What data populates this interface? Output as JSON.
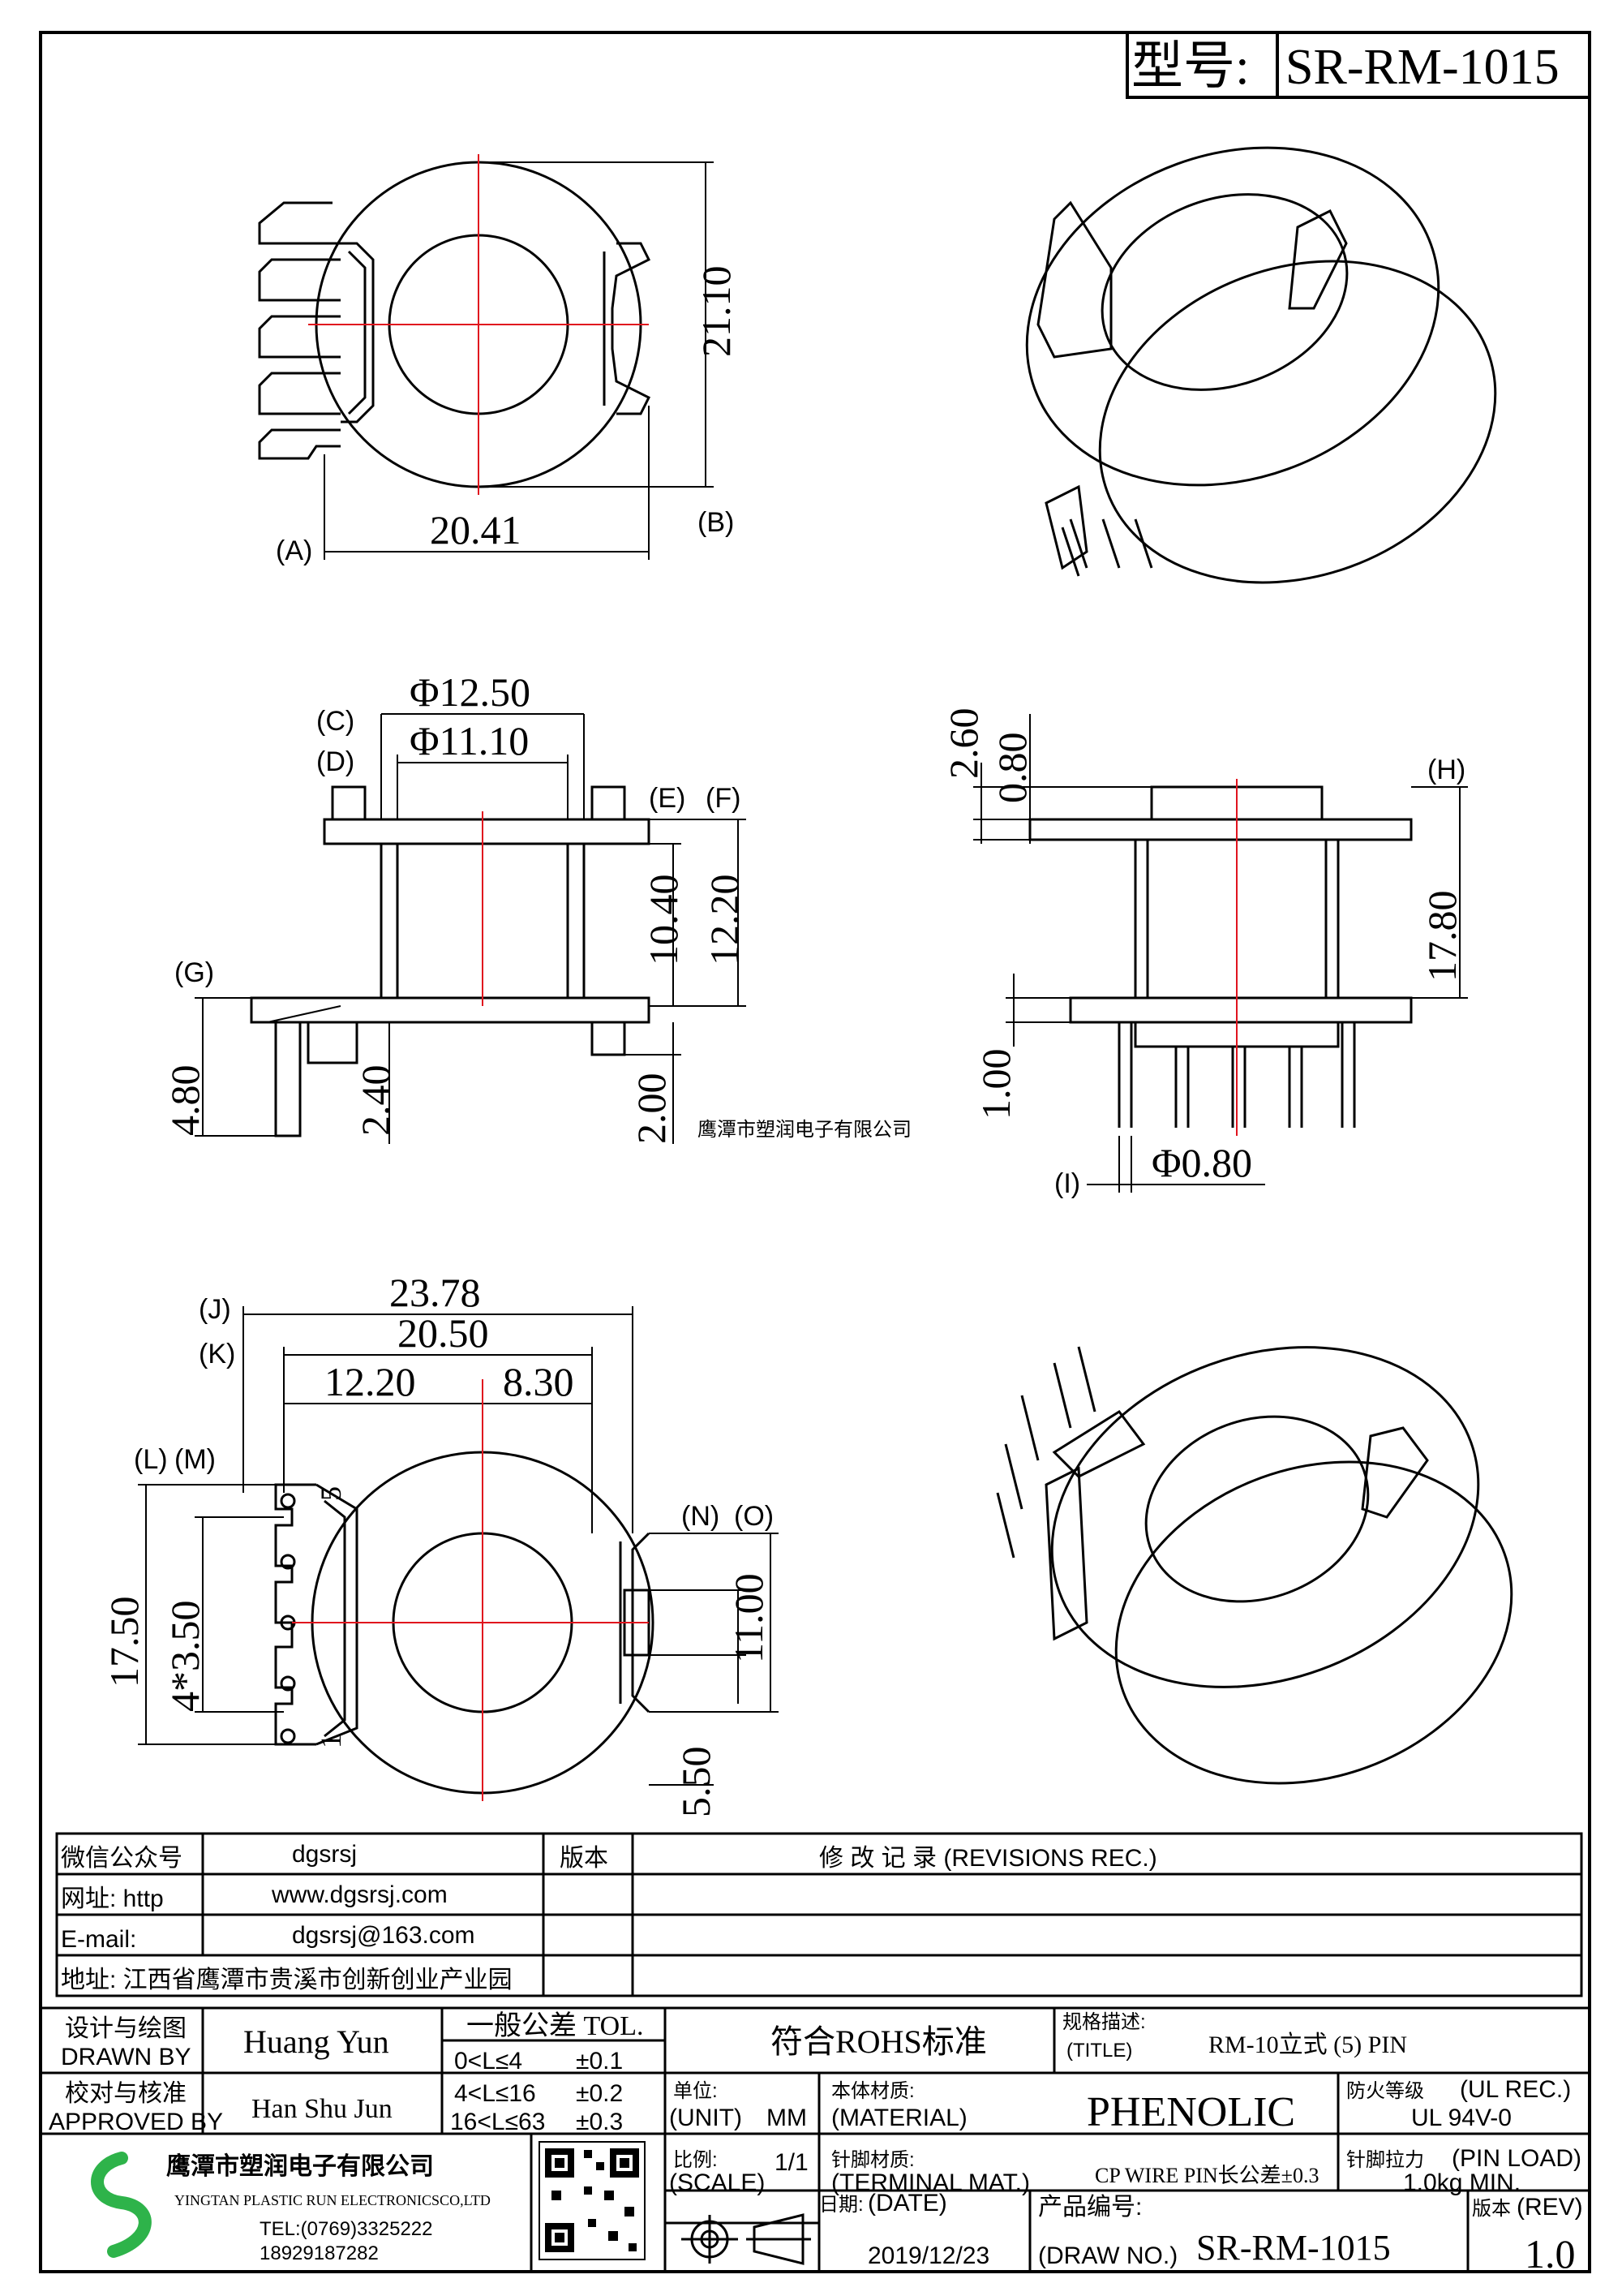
{
  "header": {
    "model_label": "型号:",
    "model_value": "SR-RM-1015"
  },
  "dimensions": {
    "top_view": {
      "width": "20.41",
      "height": "21.10",
      "ref_a": "A",
      "ref_b": "B"
    },
    "side_view": {
      "outer_dia": "Φ12.50",
      "inner_dia": "Φ11.10",
      "h1": "10.40",
      "h2": "12.20",
      "pin_len": "4.80",
      "pin_off": "2.40",
      "pin_base": "2.00",
      "ref_c": "C",
      "ref_d": "D",
      "ref_e": "E",
      "ref_f": "F",
      "ref_g": "G"
    },
    "front_view": {
      "top1": "2.60",
      "top2": "0.80",
      "height": "17.80",
      "base": "1.00",
      "pin_dia": "Φ0.80",
      "ref_h": "H",
      "ref_i": "I"
    },
    "bottom_view": {
      "w1": "23.78",
      "w2": "20.50",
      "w3": "12.20",
      "w4": "8.30",
      "h1": "17.50",
      "pitch": "4*3.50",
      "h2": "11.00",
      "h3": "5.50",
      "pin_first": "1",
      "pin_last": "5",
      "ref_j": "J",
      "ref_k": "K",
      "ref_l": "L",
      "ref_m": "M",
      "ref_n": "N",
      "ref_o": "O"
    }
  },
  "watermark": "鹰潭市塑润电子有限公司",
  "info_table": {
    "rows": [
      {
        "label": "微信公众号",
        "value": "dgsrsj"
      },
      {
        "label": "网址: http",
        "value": "www.dgsrsj.com"
      },
      {
        "label": "E-mail:",
        "value": "dgsrsj@163.com"
      }
    ],
    "address": "地址: 江西省鹰潭市贵溪市创新创业产业园",
    "version_header": "版本",
    "revisions_header": "修 改 记 录 (REVISIONS REC.)"
  },
  "title_block": {
    "drawn_cn": "设计与绘图",
    "drawn_en": "DRAWN BY",
    "drawn_name": "Huang Yun",
    "approved_cn": "校对与核准",
    "approved_en": "APPROVED BY",
    "approved_name": "Han Shu Jun",
    "tol_header": "一般公差 TOL.",
    "tol_rows": [
      {
        "range": "0<L≤4",
        "val": "±0.1"
      },
      {
        "range": "4<L≤16",
        "val": "±0.2"
      },
      {
        "range": "16<L≤63",
        "val": "±0.3"
      }
    ],
    "rohs": "符合ROHS标准",
    "title_cn": "规格描述:",
    "title_en": "(TITLE)",
    "title_value": "RM-10立式 (5) PIN",
    "unit_cn": "单位:",
    "unit_en": "(UNIT)",
    "unit_value": "MM",
    "material_cn": "本体材质:",
    "material_en": "(MATERIAL)",
    "material_value": "PHENOLIC",
    "fire_cn": "防火等级",
    "fire_en": "(UL REC.)",
    "fire_value": "UL 94V-0",
    "scale_cn": "比例:",
    "scale_en": "(SCALE)",
    "scale_value": "1/1",
    "terminal_cn": "针脚材质:",
    "terminal_en": "(TERMINAL MAT.)",
    "terminal_value": "CP WIRE  PIN长公差±0.3",
    "pinload_cn": "针脚拉力",
    "pinload_en": "(PIN LOAD)",
    "pinload_value": "1.0kg MIN.",
    "date_cn": "日期:",
    "date_en": "(DATE)",
    "date_value": "2019/12/23",
    "drawno_cn": "产品编号:",
    "drawno_en": "(DRAW NO.)",
    "drawno_value": "SR-RM-1015",
    "rev_cn": "版本",
    "rev_en": "(REV)",
    "rev_value": "1.0",
    "company_cn": "鹰潭市塑润电子有限公司",
    "company_en": "YINGTAN PLASTIC RUN ELECTRONICSCO,LTD",
    "tel": "TEL:(0769)3325222",
    "mobile": "18929187282"
  },
  "colors": {
    "red": "#e0141e",
    "pin_label": "#cc33cc",
    "logo": "#2eb34a"
  }
}
